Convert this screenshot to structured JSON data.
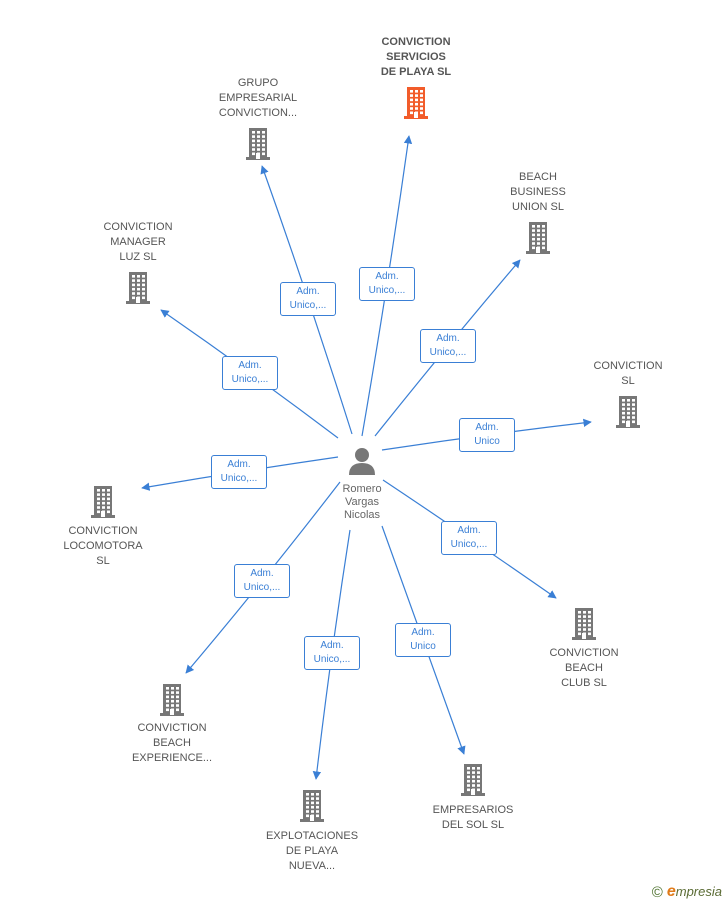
{
  "colors": {
    "edge": "#3a7fd5",
    "building": "#777777",
    "highlight": "#f25c2a",
    "person": "#777777"
  },
  "center": {
    "label": "Romero\nVargas\nNicolas",
    "icon": "person-icon"
  },
  "companies": [
    {
      "id": "conviction-servicios",
      "label": "CONVICTION\nSERVICIOS\nDE PLAYA  SL",
      "highlight": true,
      "icon": "building-icon"
    },
    {
      "id": "grupo-empresarial",
      "label": "GRUPO\nEMPRESARIAL\nCONVICTION...",
      "highlight": false,
      "icon": "building-icon"
    },
    {
      "id": "beach-business",
      "label": "BEACH\nBUSINESS\nUNION  SL",
      "highlight": false,
      "icon": "building-icon"
    },
    {
      "id": "conviction-manager",
      "label": "CONVICTION\nMANAGER\nLUZ  SL",
      "highlight": false,
      "icon": "building-icon"
    },
    {
      "id": "conviction-sl",
      "label": "CONVICTION\nSL",
      "highlight": false,
      "icon": "building-icon"
    },
    {
      "id": "conviction-locomotora",
      "label": "CONVICTION\nLOCOMOTORA\nSL",
      "highlight": false,
      "icon": "building-icon"
    },
    {
      "id": "conviction-beach-club",
      "label": "CONVICTION\nBEACH\nCLUB  SL",
      "highlight": false,
      "icon": "building-icon"
    },
    {
      "id": "conviction-beach-experience",
      "label": "CONVICTION\nBEACH\nEXPERIENCE...",
      "highlight": false,
      "icon": "building-icon"
    },
    {
      "id": "empresarios-del-sol",
      "label": "EMPRESARIOS\nDEL SOL  SL",
      "highlight": false,
      "icon": "building-icon"
    },
    {
      "id": "explotaciones-playa",
      "label": "EXPLOTACIONES\nDE PLAYA\nNUEVA...",
      "highlight": false,
      "icon": "building-icon"
    }
  ],
  "edges": [
    {
      "to": "conviction-servicios",
      "label": "Adm.\nUnico,..."
    },
    {
      "to": "grupo-empresarial",
      "label": "Adm.\nUnico,..."
    },
    {
      "to": "beach-business",
      "label": "Adm.\nUnico,..."
    },
    {
      "to": "conviction-manager",
      "label": "Adm.\nUnico,..."
    },
    {
      "to": "conviction-sl",
      "label": "Adm.\nUnico"
    },
    {
      "to": "conviction-locomotora",
      "label": "Adm.\nUnico,..."
    },
    {
      "to": "conviction-beach-club",
      "label": "Adm.\nUnico,..."
    },
    {
      "to": "conviction-beach-experience",
      "label": "Adm.\nUnico,..."
    },
    {
      "to": "empresarios-del-sol",
      "label": "Adm.\nUnico"
    },
    {
      "to": "explotaciones-playa",
      "label": "Adm.\nUnico,..."
    }
  ],
  "brand": {
    "copyright": "©",
    "initial": "e",
    "name": "mpresia"
  }
}
